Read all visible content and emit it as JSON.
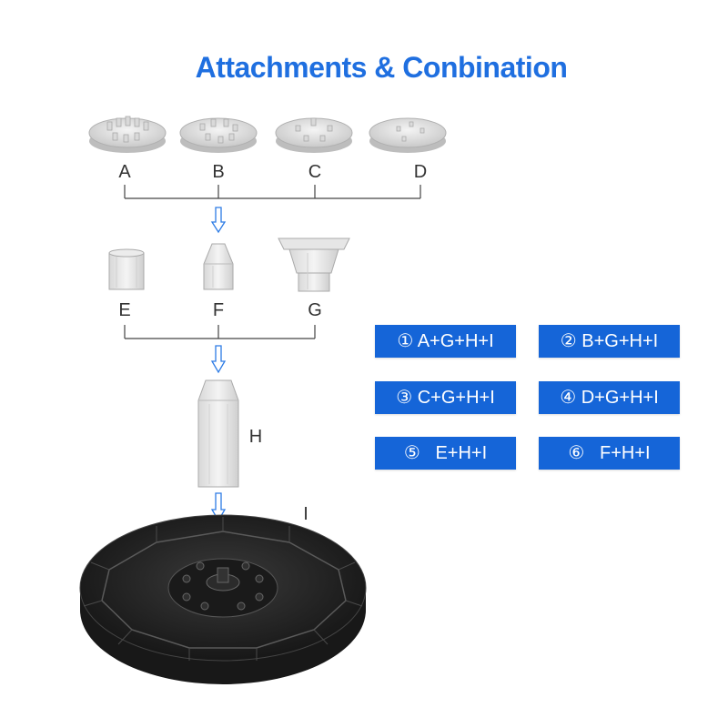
{
  "title": "Attachments & Conbination",
  "colors": {
    "accent": "#1f6fe0",
    "button": "#1565d8",
    "arrow": "#2c7be5"
  },
  "labels": {
    "A": "A",
    "B": "B",
    "C": "C",
    "D": "D",
    "E": "E",
    "F": "F",
    "G": "G",
    "H": "H",
    "I": "I"
  },
  "combinations": [
    "① A+G+H+I",
    "② B+G+H+I",
    "③ C+G+H+I",
    "④ D+G+H+I",
    "⑤   E+H+I",
    "⑥   F+H+I"
  ]
}
